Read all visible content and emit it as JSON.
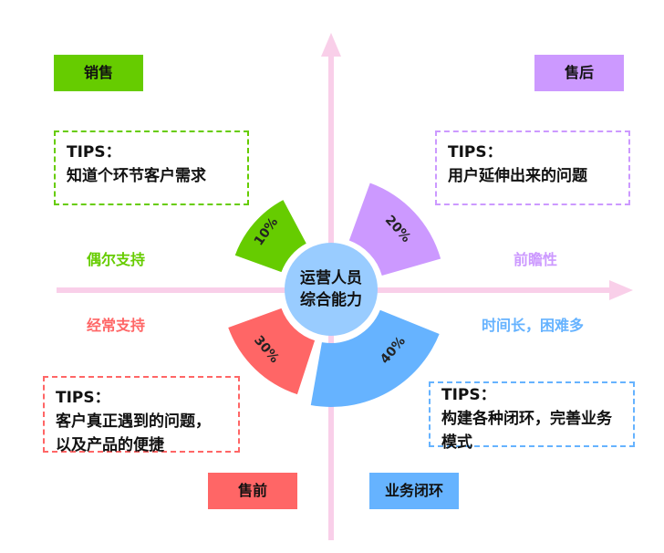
{
  "center": {
    "line1": "运营人员",
    "line2": "综合能力"
  },
  "quadrants": {
    "sales": {
      "tag": "销售",
      "tips_head": "TIPS：",
      "tips_body": "知道个环节客户需求",
      "label": "偶尔支持",
      "percent": "10%",
      "color": "#66cc00"
    },
    "after": {
      "tag": "售后",
      "tips_head": "TIPS：",
      "tips_body": "用户延伸出来的问题",
      "label": "前瞻性",
      "percent": "20%",
      "color": "#cc99ff"
    },
    "pre": {
      "tag": "售前",
      "tips_head": "TIPS：",
      "tips_body": "客户真正遇到的问题，\n以及产品的便捷",
      "label": "经常支持",
      "percent": "30%",
      "color": "#ff6666"
    },
    "biz": {
      "tag": "业务闭环",
      "tips_head": "TIPS：",
      "tips_body": "构建各种闭环，完善业务\n模式",
      "label": "时间长，困难多",
      "percent": "40%",
      "color": "#66b3ff"
    }
  },
  "axis_color": "#f9cfe9"
}
